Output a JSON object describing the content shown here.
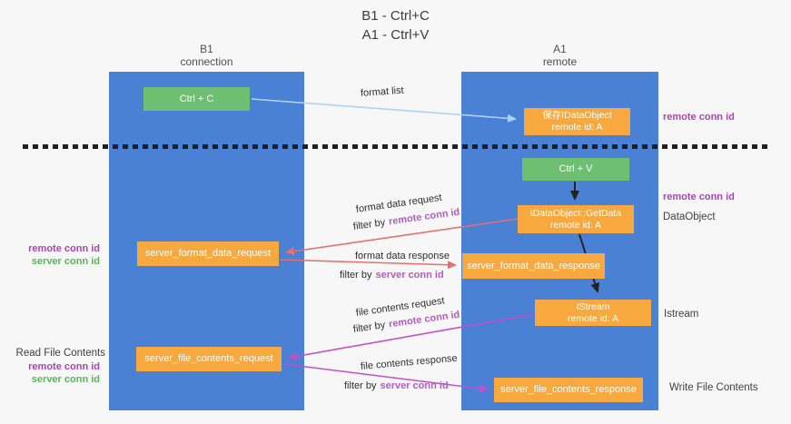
{
  "title": {
    "line1": "B1 - Ctrl+C",
    "line2": "A1 - Ctrl+V"
  },
  "columns": {
    "left": {
      "name": "B1",
      "role": "connection"
    },
    "right": {
      "name": "A1",
      "role": "remote"
    }
  },
  "nodes": {
    "ctrl_c": {
      "label": "Ctrl + C"
    },
    "save_idataobject": {
      "line1": "保存IDataObject",
      "line2": "remote id: A"
    },
    "ctrl_v": {
      "label": "Ctrl + V"
    },
    "getdata": {
      "line1": "IDataObject::GetData",
      "line2": "remote id: A"
    },
    "format_request": {
      "label": "server_format_data_request"
    },
    "format_response": {
      "label": "server_format_data_response"
    },
    "istream": {
      "line1": "IStream",
      "line2": "remote id: A"
    },
    "file_request": {
      "label": "server_file_contents_request"
    },
    "file_response": {
      "label": "server_file_contents_response"
    }
  },
  "flow_labels": {
    "format_list": "format list",
    "format_data_request": "format data request",
    "format_data_response": "format data response",
    "file_contents_request": "file contents request",
    "file_contents_response": "file contents response",
    "filter_by": "filter by",
    "remote_conn_id": "remote conn id",
    "server_conn_id": "server conn id"
  },
  "side_labels": {
    "remote_conn_id": "remote conn id",
    "server_conn_id": "server conn id",
    "dataobject": "DataObject",
    "istream": "Istream",
    "read_file_contents": "Read File Contents",
    "write_file_contents": "Write File Contents"
  },
  "colors": {
    "background": "#f7f7f7",
    "column_blue": "#4a81d4",
    "node_green": "#6fbf72",
    "node_orange": "#f7a940",
    "arrow_blue": "#aed4f2",
    "arrow_red": "#e86f6f",
    "arrow_magenta": "#c44fc8",
    "arrow_black": "#222222",
    "text_purple_bold": "#a846b4",
    "text_purple_light": "#b35cc6",
    "text_green_bold": "#57b657"
  }
}
